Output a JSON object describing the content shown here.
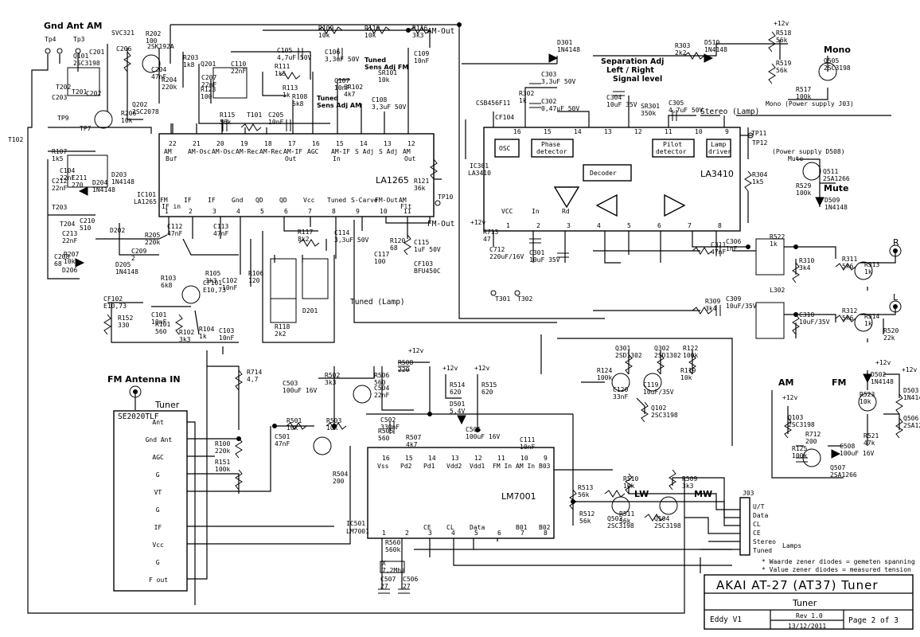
{
  "ic_labels": {
    "la1265_name": "LA1265",
    "la1265_ref": "IC101",
    "la1265_ref2": "LA1265",
    "la3410_name": "LA3410",
    "la3410_ref": "IC301",
    "la3410_ref2": "LA3410",
    "lm7001_name": "LM7001",
    "lm7001_ref": "IC501",
    "lm7001_ref2": "LM7001",
    "tuner_title": "Tuner",
    "tuner_part": "SE2020TLF",
    "osc": "OSC",
    "phase_det1": "Phase",
    "phase_det2": "detector",
    "pilot_det1": "Pilot",
    "pilot_det2": "detector",
    "lamp_drv1": "Lamp",
    "lamp_drv2": "driver",
    "decoder": "Decoder"
  },
  "la1265_pins_top": [
    {
      "num": "22",
      "name": "AM",
      "name2": "Buf"
    },
    {
      "num": "21",
      "name": "AM-Osc",
      "name2": ""
    },
    {
      "num": "20",
      "name": "AM-Osc",
      "name2": ""
    },
    {
      "num": "19",
      "name": "AM-Rec",
      "name2": ""
    },
    {
      "num": "18",
      "name": "AM-Rec",
      "name2": ""
    },
    {
      "num": "17",
      "name": "AM-IF",
      "name2": "Out"
    },
    {
      "num": "16",
      "name": "AGC",
      "name2": ""
    },
    {
      "num": "15",
      "name": "AM-IF",
      "name2": "In"
    },
    {
      "num": "14",
      "name": "S Adj",
      "name2": ""
    },
    {
      "num": "13",
      "name": "S Adj",
      "name2": ""
    },
    {
      "num": "12",
      "name": "AM",
      "name2": "Out"
    }
  ],
  "la1265_pins_bottom": [
    {
      "num": "1",
      "name": "FM",
      "name2": "IF in"
    },
    {
      "num": "2",
      "name": "IF",
      "name2": ""
    },
    {
      "num": "3",
      "name": "IF",
      "name2": ""
    },
    {
      "num": "4",
      "name": "Gnd",
      "name2": ""
    },
    {
      "num": "5",
      "name": "QD",
      "name2": ""
    },
    {
      "num": "6",
      "name": "QD",
      "name2": ""
    },
    {
      "num": "7",
      "name": "Vcc",
      "name2": ""
    },
    {
      "num": "8",
      "name": "Tuned",
      "name2": ""
    },
    {
      "num": "9",
      "name": "S-Carve",
      "name2": ""
    },
    {
      "num": "10",
      "name": "FM-Out",
      "name2": ""
    },
    {
      "num": "11",
      "name": "AM",
      "name2": "Flt"
    }
  ],
  "la3410_pins_top": [
    {
      "num": "16",
      "name": ""
    },
    {
      "num": "15",
      "name": ""
    },
    {
      "num": "14",
      "name": ""
    },
    {
      "num": "13",
      "name": ""
    },
    {
      "num": "12",
      "name": ""
    },
    {
      "num": "11",
      "name": ""
    },
    {
      "num": "10",
      "name": ""
    },
    {
      "num": "9",
      "name": ""
    }
  ],
  "la3410_pins_bottom": [
    {
      "num": "1",
      "name": "VCC"
    },
    {
      "num": "2",
      "name": "In"
    },
    {
      "num": "3",
      "name": "Rd"
    },
    {
      "num": "4",
      "name": ""
    },
    {
      "num": "5",
      "name": ""
    },
    {
      "num": "6",
      "name": ""
    },
    {
      "num": "7",
      "name": ""
    },
    {
      "num": "8",
      "name": ""
    }
  ],
  "lm7001_pins_top": [
    {
      "num": "16",
      "name": "Vss"
    },
    {
      "num": "15",
      "name": "Pd2"
    },
    {
      "num": "14",
      "name": "Pd1"
    },
    {
      "num": "13",
      "name": "Vdd2"
    },
    {
      "num": "12",
      "name": "Vdd1"
    },
    {
      "num": "11",
      "name": "FM In"
    },
    {
      "num": "10",
      "name": "AM In"
    },
    {
      "num": "9",
      "name": "B03"
    }
  ],
  "lm7001_pins_bottom": [
    {
      "num": "1",
      "name": ""
    },
    {
      "num": "2",
      "name": ""
    },
    {
      "num": "3",
      "name": "CE"
    },
    {
      "num": "4",
      "name": "CL"
    },
    {
      "num": "5",
      "name": "Data"
    },
    {
      "num": "6",
      "name": ""
    },
    {
      "num": "7",
      "name": "B01"
    },
    {
      "num": "8",
      "name": "B02"
    }
  ],
  "tuner_pins": [
    "Ant",
    "Gnd Ant",
    "AGC",
    "G",
    "VT",
    "G",
    "IF",
    "Vcc",
    "G",
    "F out"
  ],
  "connector": {
    "ref": "J03",
    "pins": [
      "U/T",
      "Data",
      "CL",
      "CE",
      "Stereo",
      "Tuned"
    ],
    "lamps": "Lamps"
  },
  "headings": {
    "gnd_ant_am": "Gnd  Ant  AM",
    "fm_antenna": "FM Antenna IN",
    "mono": "Mono",
    "mute": "Mute",
    "am": "AM",
    "fm": "FM",
    "lw": "LW",
    "mw": "MW",
    "sep_adj1": "Separation Adj",
    "sep_adj2": "Left / Right",
    "sep_adj3": "Signal level",
    "tuned_sens_fm1": "Tuned",
    "tuned_sens_fm2": "Sens Adj FM",
    "tuned_sens_am1": "Tuned",
    "tuned_sens_am2": "Sens Adj AM",
    "stereo_lamp": "Stereo (Lamp)",
    "tuned_lamp": "Tuned (Lamp)",
    "fm_out": "FM-Out",
    "am_out": "AM-Out",
    "mono_supply": "Mono   (Power supply J03)",
    "mute_supply": "(Power supply D508)",
    "mute_label": "Mute",
    "plus12v": "+12v",
    "r_out": "R",
    "l_out": "L"
  },
  "notes": [
    "* Waarde zener diodes = gemeten spanning",
    "* Value zener diodes = measured tension"
  ],
  "title_block": {
    "title": "AKAI AT-27 (AT37) Tuner",
    "subtitle": "Tuner",
    "author": "Eddy V1",
    "rev": "Rev 1.0",
    "date": "13/12/2011",
    "page": "Page 2 of 3"
  },
  "parts": [
    {
      "ref": "Tp4",
      "value": ""
    },
    {
      "ref": "Tp3",
      "value": ""
    },
    {
      "ref": "SVC321",
      "value": ""
    },
    {
      "ref": "R202",
      "value": "100"
    },
    {
      "ref": "2SK192A",
      "value": ""
    },
    {
      "ref": "R109",
      "value": "10k"
    },
    {
      "ref": "R110",
      "value": "10k"
    },
    {
      "ref": "R116",
      "value": "3k3"
    },
    {
      "ref": "C105",
      "value": "4,7uF 50V"
    },
    {
      "ref": "C106",
      "value": "3,3uF 50V"
    },
    {
      "ref": "C109",
      "value": "10nF"
    },
    {
      "ref": "R111",
      "value": "1k5"
    },
    {
      "ref": "R113",
      "value": "1k"
    },
    {
      "ref": "R108",
      "value": "6k8"
    },
    {
      "ref": "C107",
      "value": "10nF"
    },
    {
      "ref": "SR101",
      "value": "10k"
    },
    {
      "ref": "SR102",
      "value": "4k7"
    },
    {
      "ref": "C108",
      "value": "3,3uF 50V"
    },
    {
      "ref": "R121",
      "value": "36k"
    },
    {
      "ref": "R120",
      "value": "68"
    },
    {
      "ref": "C115",
      "value": "1uF 50V"
    },
    {
      "ref": "CF103",
      "value": "BFU450C"
    },
    {
      "ref": "R117",
      "value": "8k2"
    },
    {
      "ref": "C114",
      "value": "3,3uF 50V"
    },
    {
      "ref": "C117",
      "value": "100"
    },
    {
      "ref": "R118",
      "value": "2k2"
    },
    {
      "ref": "C112",
      "value": "47nF"
    },
    {
      "ref": "C113",
      "value": "47nF"
    },
    {
      "ref": "R106",
      "value": "120"
    },
    {
      "ref": "R105",
      "value": "3k3"
    },
    {
      "ref": "C102",
      "value": "10nF"
    },
    {
      "ref": "R103",
      "value": "6k8"
    },
    {
      "ref": "R102",
      "value": "3k3"
    },
    {
      "ref": "R104",
      "value": "1k"
    },
    {
      "ref": "C103",
      "value": "10nF"
    },
    {
      "ref": "R152",
      "value": "330"
    },
    {
      "ref": "R101",
      "value": "560"
    },
    {
      "ref": "C101",
      "value": "10nF"
    },
    {
      "ref": "R714",
      "value": "4,7"
    },
    {
      "ref": "R100",
      "value": "220k"
    },
    {
      "ref": "R151",
      "value": "100k"
    },
    {
      "ref": "R501",
      "value": "10k"
    },
    {
      "ref": "R502",
      "value": "3k3"
    },
    {
      "ref": "R503",
      "value": "10k"
    },
    {
      "ref": "R504",
      "value": "200"
    },
    {
      "ref": "R505",
      "value": "560"
    },
    {
      "ref": "R506",
      "value": "560"
    },
    {
      "ref": "R507",
      "value": "4k7"
    },
    {
      "ref": "R508",
      "value": "220"
    },
    {
      "ref": "C502",
      "value": "330nF"
    },
    {
      "ref": "C503",
      "value": "100uF 16V"
    },
    {
      "ref": "C504",
      "value": "22nF"
    },
    {
      "ref": "C501",
      "value": "47nF"
    },
    {
      "ref": "R514",
      "value": "620"
    },
    {
      "ref": "R515",
      "value": "620"
    },
    {
      "ref": "D501",
      "value": "5,4V"
    },
    {
      "ref": "C505",
      "value": "100uF 16V"
    },
    {
      "ref": "C111",
      "value": "10nF"
    },
    {
      "ref": "R513",
      "value": "56k"
    },
    {
      "ref": "R512",
      "value": "56k"
    },
    {
      "ref": "R510",
      "value": "10k"
    },
    {
      "ref": "R511",
      "value": "56k"
    },
    {
      "ref": "R509",
      "value": "3k3"
    },
    {
      "ref": "Q503",
      "value": "2SC3198"
    },
    {
      "ref": "Q504",
      "value": "2SC3198"
    },
    {
      "ref": "R560",
      "value": "560k"
    },
    {
      "ref": "X",
      "value": "7,2Mhz"
    },
    {
      "ref": "C507",
      "value": "27"
    },
    {
      "ref": "C506",
      "value": "27"
    },
    {
      "ref": "D301",
      "value": "1N4148"
    },
    {
      "ref": "R303",
      "value": "2k2"
    },
    {
      "ref": "D510",
      "value": "1N4148"
    },
    {
      "ref": "R518",
      "value": "56k"
    },
    {
      "ref": "R519",
      "value": "56k"
    },
    {
      "ref": "Q505",
      "value": "2SC3198"
    },
    {
      "ref": "R517",
      "value": "100k"
    },
    {
      "ref": "C303",
      "value": "3,3uF 50V"
    },
    {
      "ref": "C302",
      "value": "0,47uF 50V"
    },
    {
      "ref": "R302",
      "value": "1k"
    },
    {
      "ref": "C304",
      "value": "10uF 35V"
    },
    {
      "ref": "SR301",
      "value": "350k"
    },
    {
      "ref": "C305",
      "value": "4,7uF 50V"
    },
    {
      "ref": "CSB456F11",
      "value": ""
    },
    {
      "ref": "CF104",
      "value": ""
    },
    {
      "ref": "R304",
      "value": "1k5"
    },
    {
      "ref": "TP11",
      "value": ""
    },
    {
      "ref": "TP12",
      "value": ""
    },
    {
      "ref": "Q511",
      "value": "2SA1266"
    },
    {
      "ref": "R529",
      "value": "100k"
    },
    {
      "ref": "D509",
      "value": "1N4148"
    },
    {
      "ref": "R713",
      "value": "47"
    },
    {
      "ref": "C712",
      "value": "220uF/16V"
    },
    {
      "ref": "C301",
      "value": "10uF 35V"
    },
    {
      "ref": "C311",
      "value": "47nF"
    },
    {
      "ref": "C306",
      "value": "1nF"
    },
    {
      "ref": "R309",
      "value": "3k4"
    },
    {
      "ref": "C309",
      "value": "10uF/35V"
    },
    {
      "ref": "R310",
      "value": "3k4"
    },
    {
      "ref": "C310",
      "value": "10uF/35V"
    },
    {
      "ref": "R311",
      "value": "5k6"
    },
    {
      "ref": "R312",
      "value": "5k6"
    },
    {
      "ref": "R313",
      "value": "1k"
    },
    {
      "ref": "R314",
      "value": "1k"
    },
    {
      "ref": "Q301",
      "value": "2SD1302"
    },
    {
      "ref": "Q302",
      "value": "2SD1302"
    },
    {
      "ref": "R122",
      "value": "100k"
    },
    {
      "ref": "R124",
      "value": "100k"
    },
    {
      "ref": "R119",
      "value": "10k"
    },
    {
      "ref": "C120",
      "value": "33nF"
    },
    {
      "ref": "C119",
      "value": "10uF/35V"
    },
    {
      "ref": "Q102",
      "value": "2SC3198"
    },
    {
      "ref": "Q103",
      "value": "2SC3198"
    },
    {
      "ref": "R125",
      "value": "100k"
    },
    {
      "ref": "R712",
      "value": "200"
    },
    {
      "ref": "C508",
      "value": "100uF 16V"
    },
    {
      "ref": "Q507",
      "value": "2SA1266"
    },
    {
      "ref": "D502",
      "value": "1N4148"
    },
    {
      "ref": "R523",
      "value": "10k"
    },
    {
      "ref": "D503",
      "value": "1N4148"
    },
    {
      "ref": "Q506",
      "value": "2SA1266"
    },
    {
      "ref": "R521",
      "value": "47k"
    },
    {
      "ref": "R520",
      "value": "22k"
    },
    {
      "ref": "R522",
      "value": "1k"
    },
    {
      "ref": "L302",
      "value": ""
    },
    {
      "ref": "T301",
      "value": ""
    },
    {
      "ref": "T302",
      "value": ""
    },
    {
      "ref": "TP10",
      "value": ""
    },
    {
      "ref": "TP9",
      "value": ""
    },
    {
      "ref": "TP7",
      "value": ""
    },
    {
      "ref": "R206",
      "value": "10k"
    },
    {
      "ref": "Q202",
      "value": "2SC2078"
    },
    {
      "ref": "R204",
      "value": "220k"
    },
    {
      "ref": "C204",
      "value": "47nF"
    },
    {
      "ref": "R203",
      "value": "1k8"
    },
    {
      "ref": "Q201",
      "value": ""
    },
    {
      "ref": "C207",
      "value": "22nF"
    },
    {
      "ref": "R123",
      "value": "100"
    },
    {
      "ref": "C110",
      "value": "22nF"
    },
    {
      "ref": "R115",
      "value": "56k"
    },
    {
      "ref": "T101",
      "value": ""
    },
    {
      "ref": "C205",
      "value": "10nF"
    },
    {
      "ref": "R107",
      "value": "1k5"
    },
    {
      "ref": "C104",
      "value": "22nF"
    },
    {
      "ref": "C212",
      "value": "22nF"
    },
    {
      "ref": "C211",
      "value": "270"
    },
    {
      "ref": "D204",
      "value": "1N4148"
    },
    {
      "ref": "D203",
      "value": "1N4148"
    },
    {
      "ref": "T203",
      "value": ""
    },
    {
      "ref": "T204",
      "value": ""
    },
    {
      "ref": "C213",
      "value": "22nF"
    },
    {
      "ref": "C210",
      "value": "510"
    },
    {
      "ref": "D202",
      "value": ""
    },
    {
      "ref": "C208",
      "value": "68"
    },
    {
      "ref": "R207",
      "value": "10k"
    },
    {
      "ref": "D206",
      "value": ""
    },
    {
      "ref": "D205",
      "value": "1N4148"
    },
    {
      "ref": "C209",
      "value": "2"
    },
    {
      "ref": "R205",
      "value": "220k"
    },
    {
      "ref": "CF102",
      "value": "E10,73"
    },
    {
      "ref": "CF101",
      "value": "E10,73"
    },
    {
      "ref": "Q101",
      "value": "2SC3198"
    },
    {
      "ref": "T201",
      "value": ""
    },
    {
      "ref": "T202",
      "value": ""
    },
    {
      "ref": "C201",
      "value": ""
    },
    {
      "ref": "C202",
      "value": ""
    },
    {
      "ref": "C203",
      "value": ""
    },
    {
      "ref": "C206",
      "value": ""
    },
    {
      "ref": "D201",
      "value": ""
    },
    {
      "ref": "T102",
      "value": ""
    }
  ]
}
